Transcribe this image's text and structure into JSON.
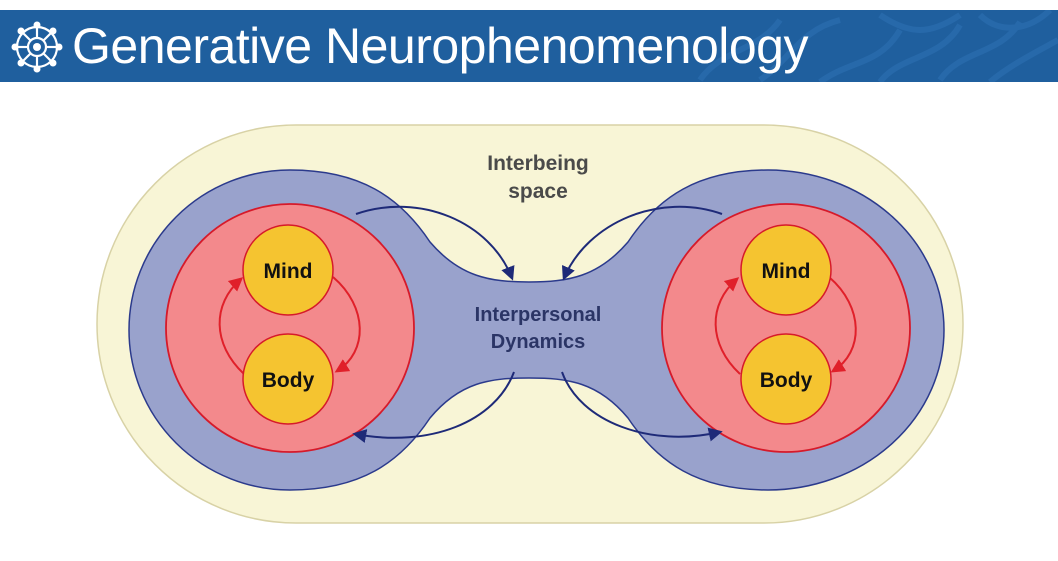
{
  "header": {
    "title": "Generative Neurophenomenology",
    "logo_icon": "network-logo-icon"
  },
  "diagram": {
    "outer_label_line1": "Interbeing",
    "outer_label_line2": "space",
    "middle_label_line1": "Interpersonal",
    "middle_label_line2": "Dynamics",
    "left": {
      "top_node": "Mind",
      "bottom_node": "Body"
    },
    "right": {
      "top_node": "Mind",
      "bottom_node": "Body"
    }
  },
  "colors": {
    "header_bg": "#1f5f9e",
    "outer_space": "#f8f5d6",
    "interpersonal": "#99a2cc",
    "person_sphere": "#f3898c",
    "node": "#f5c430",
    "arrow_blue": "#1e2a78",
    "arrow_red": "#e0202a",
    "label_gray": "#4a4a4a",
    "label_navy": "#2b3566"
  }
}
